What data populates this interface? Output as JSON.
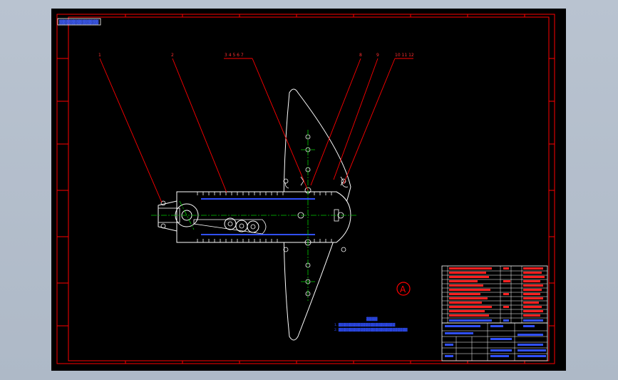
{
  "sheet": {
    "title_tag": "▓▓▓▓▓▓▓▓▓▓▓▓",
    "view_label": "A",
    "balloons": [
      "1",
      "2",
      "3 4 5 6 7",
      "8",
      "9",
      "10 11 12"
    ]
  },
  "notes": {
    "heading": "▓▓▓▓",
    "lines": [
      "1. ▓▓▓▓▓▓▓▓▓▓▓▓▓▓▓▓▓▓▓▓▓▓▓",
      "2. ▓▓▓▓▓▓▓▓▓▓▓▓▓▓▓▓▓▓▓▓▓▓▓▓▓▓▓▓"
    ]
  },
  "colors": {
    "background": "#000000",
    "frame": "#ff0000",
    "outline": "#ffffff",
    "centerline": "#00ff00",
    "leader": "#ff0000",
    "text": "#0000ff"
  }
}
